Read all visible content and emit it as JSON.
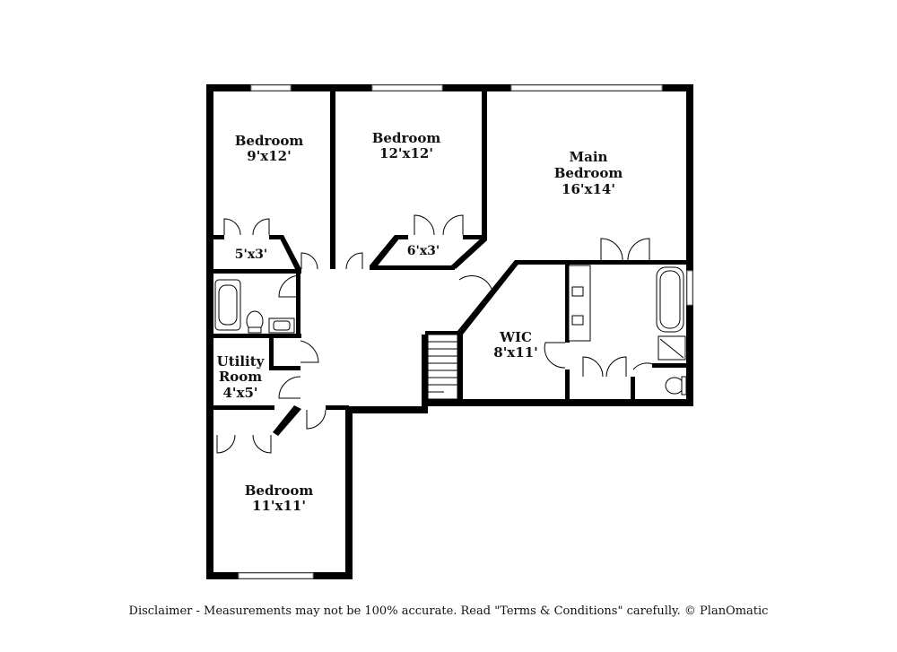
{
  "rooms": [
    {
      "name": "Bedroom",
      "size": "9'x12'"
    },
    {
      "name": "Bedroom",
      "size": "12'x12'"
    },
    {
      "name_line1": "Main",
      "name_line2": "Bedroom",
      "size": "16'x14'"
    },
    {
      "size": "5'x3'"
    },
    {
      "size": "6'x3'"
    },
    {
      "name": "WIC",
      "size": "8'x11'"
    },
    {
      "name_line1": "Utility",
      "name_line2": "Room",
      "size": "4'x5'"
    },
    {
      "name": "Bedroom",
      "size": "11'x11'"
    }
  ],
  "disclaimer": "Disclaimer - Measurements may not be 100% accurate. Read \"Terms & Conditions\" carefully. © PlanOmatic"
}
